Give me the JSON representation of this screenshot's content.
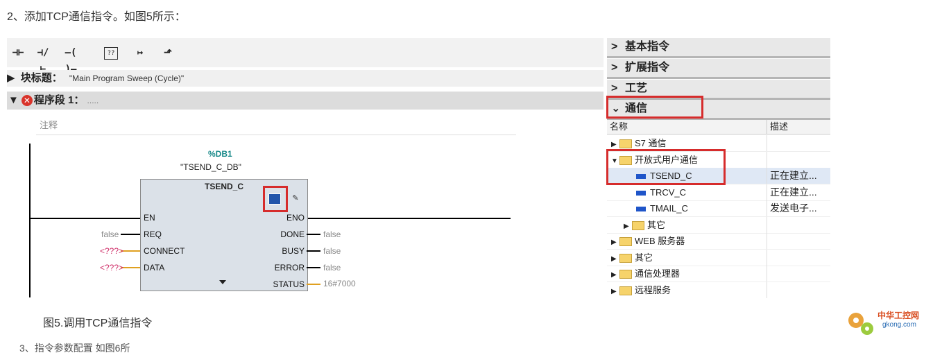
{
  "heading": "2、添加TCP通信指令。如图5所示：",
  "caption": "图5.调用TCP通信指令",
  "cut_text": "3、指令参数配置 如图6所",
  "toolbar": {
    "icons": [
      "no-contact-icon",
      "nc-contact-icon",
      "coil-icon",
      "empty-box-icon",
      "open-branch-icon",
      "close-branch-icon"
    ],
    "empty_box_label": "??"
  },
  "block_title": {
    "label": "块标题：",
    "value": "\"Main Program Sweep (Cycle)\""
  },
  "segment": {
    "label": "程序段 1：",
    "value": "....."
  },
  "comment": "注释",
  "block": {
    "db_name": "%DB1",
    "db_instance": "\"TSEND_C_DB\"",
    "title": "TSEND_C",
    "inputs": [
      "EN",
      "REQ",
      "CONNECT",
      "DATA"
    ],
    "outputs": [
      "ENO",
      "DONE",
      "BUSY",
      "ERROR",
      "STATUS"
    ],
    "input_values": [
      "",
      "false",
      "<???>",
      "<???>"
    ],
    "output_values": [
      "",
      "false",
      "false",
      "false",
      "16#7000"
    ],
    "diag_glyph": "✎"
  },
  "panel": {
    "categories": [
      "基本指令",
      "扩展指令",
      "工艺",
      "通信"
    ],
    "header": {
      "name": "名称",
      "desc": "描述"
    },
    "rows": [
      {
        "name": "S7 通信",
        "desc": "",
        "type": "folder",
        "level": 0,
        "expanded": false
      },
      {
        "name": "开放式用户通信",
        "desc": "",
        "type": "folder",
        "level": 0,
        "expanded": true
      },
      {
        "name": "TSEND_C",
        "desc": "正在建立...",
        "type": "instr",
        "level": 2
      },
      {
        "name": "TRCV_C",
        "desc": "正在建立...",
        "type": "instr",
        "level": 2
      },
      {
        "name": "TMAIL_C",
        "desc": "发送电子...",
        "type": "instr",
        "level": 2
      },
      {
        "name": "其它",
        "desc": "",
        "type": "folder",
        "level": 1,
        "expanded": false
      },
      {
        "name": "WEB 服务器",
        "desc": "",
        "type": "folder",
        "level": 0,
        "expanded": false
      },
      {
        "name": "其它",
        "desc": "",
        "type": "folder",
        "level": 0,
        "expanded": false
      },
      {
        "name": "通信处理器",
        "desc": "",
        "type": "folder",
        "level": 0,
        "expanded": false
      },
      {
        "name": "远程服务",
        "desc": "",
        "type": "folder",
        "level": 0,
        "expanded": false
      }
    ]
  },
  "logo": {
    "main": "中华工控网",
    "sub": "gkong.com"
  },
  "colors": {
    "highlight": "#d62c2c",
    "block_bg": "#dbe1e8",
    "db_name": "#1a8a8a",
    "placeholder": "#d0306a"
  }
}
